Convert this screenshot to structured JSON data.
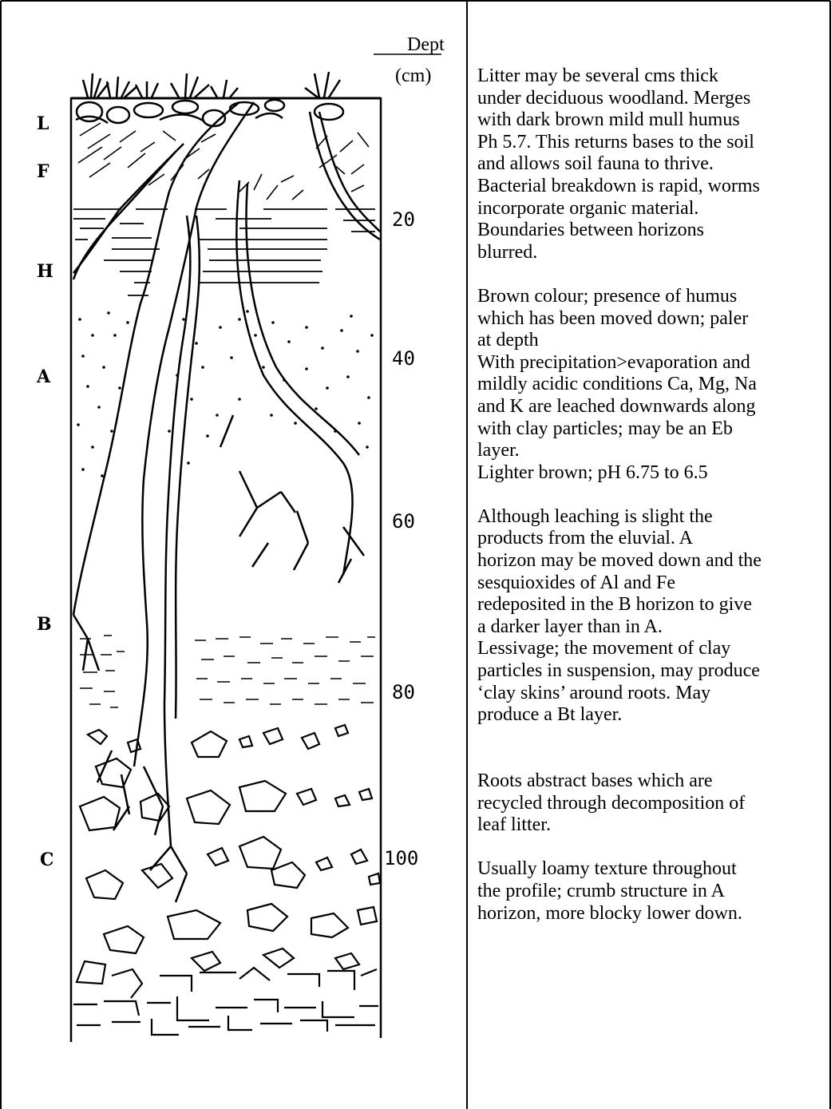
{
  "depth_title": "Dept",
  "depth_unit": "(cm)",
  "horizons": [
    "L",
    "F",
    "H",
    "A",
    "B",
    "C"
  ],
  "depth_ticks": [
    "20",
    "40",
    "60",
    "80",
    "100"
  ],
  "notes": [
    [
      "Litter may be several cms thick",
      "under deciduous woodland. Merges",
      "with dark brown mild mull humus",
      "Ph 5.7. This returns bases to the soil",
      "and allows soil fauna to thrive.",
      "Bacterial breakdown is rapid, worms",
      "incorporate organic material.",
      "Boundaries between horizons",
      "blurred."
    ],
    [
      "Brown colour; presence of humus",
      "which has been moved down; paler",
      "at depth",
      "With precipitation>evaporation and",
      "mildly acidic conditions Ca, Mg, Na",
      "and K are leached downwards along",
      "with clay particles; may be an Eb",
      "layer.",
      "Lighter brown; pH 6.75 to 6.5"
    ],
    [
      "Although leaching is slight the",
      "products from the eluvial.  A",
      "horizon may be moved down and the",
      "sesquioxides of Al and Fe",
      "redeposited in the B horizon to give",
      "a darker layer than in A.",
      "Lessivage; the movement of clay",
      "particles in suspension, may produce",
      "‘clay skins’ around roots. May",
      "produce a Bt layer."
    ],
    [
      "Roots abstract bases which are",
      "recycled through decomposition of",
      "leaf litter."
    ],
    [
      "Usually loamy texture throughout",
      "the profile; crumb structure in A",
      "horizon, more blocky lower down."
    ]
  ]
}
